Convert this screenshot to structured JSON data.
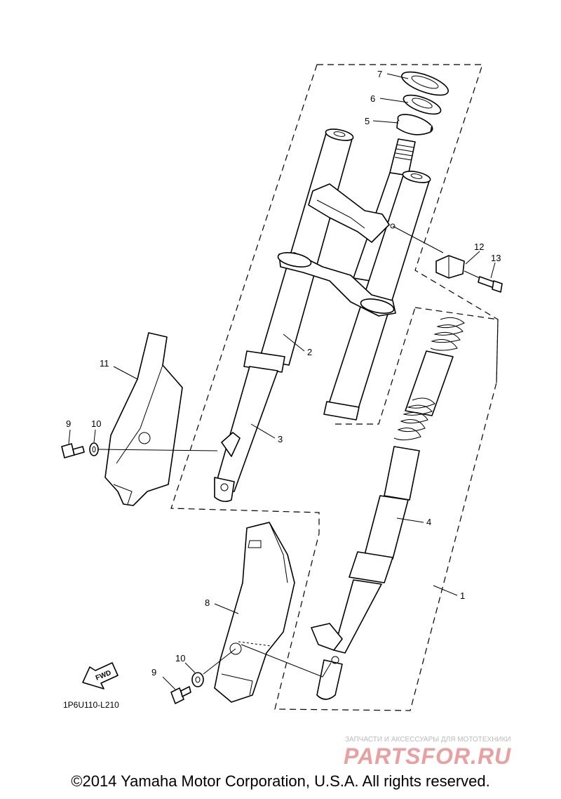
{
  "callouts": [
    {
      "id": "1",
      "label": "1"
    },
    {
      "id": "2",
      "label": "2"
    },
    {
      "id": "3",
      "label": "3"
    },
    {
      "id": "4",
      "label": "4"
    },
    {
      "id": "5",
      "label": "5"
    },
    {
      "id": "6",
      "label": "6"
    },
    {
      "id": "7",
      "label": "7"
    },
    {
      "id": "8",
      "label": "8"
    },
    {
      "id": "9a",
      "label": "9"
    },
    {
      "id": "9b",
      "label": "9"
    },
    {
      "id": "10a",
      "label": "10"
    },
    {
      "id": "10b",
      "label": "10"
    },
    {
      "id": "11",
      "label": "11"
    },
    {
      "id": "12",
      "label": "12"
    },
    {
      "id": "13",
      "label": "13"
    }
  ],
  "fwd_label": "FWD",
  "diagram_code": "1P6U110-L210",
  "watermark": {
    "subtitle": "ЗАПЧАСТИ И АКСЕССУАРЫ ДЛЯ МОТОТЕХНИКИ",
    "brand": "PARTSFOR.RU"
  },
  "copyright": "©2014 Yamaha Motor Corporation, U.S.A. All rights reserved.",
  "colors": {
    "line": "#000000",
    "background": "#ffffff",
    "watermark_brand": "#e8a0a0",
    "watermark_subtitle": "#bbbbbb"
  }
}
